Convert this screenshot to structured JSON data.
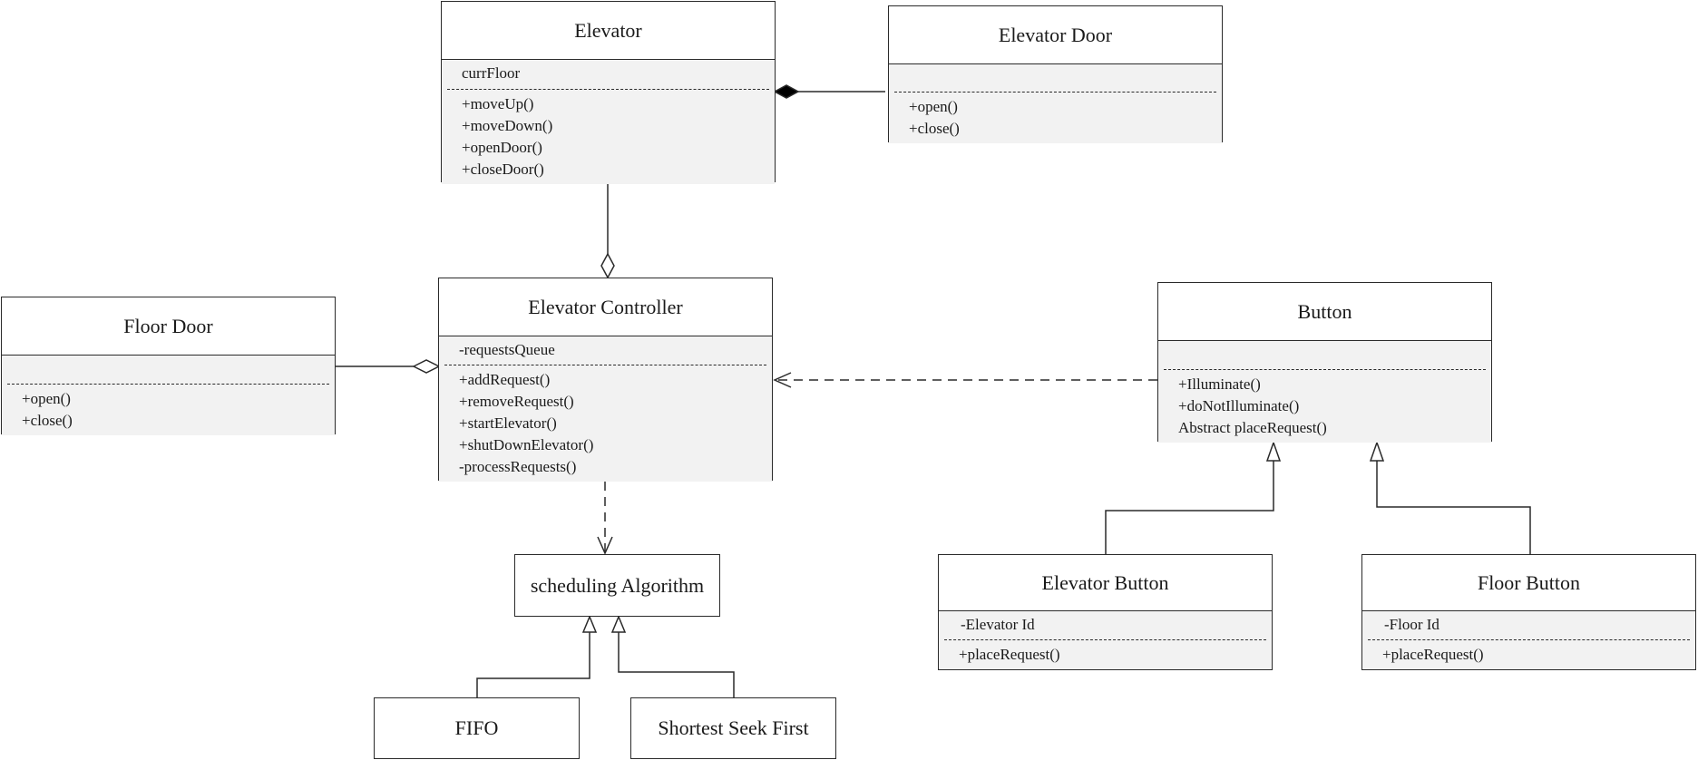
{
  "classes": {
    "elevator": {
      "title": "Elevator",
      "attrs": [
        "currFloor"
      ],
      "ops": [
        "+moveUp()",
        "+moveDown()",
        "+openDoor()",
        "+closeDoor()"
      ]
    },
    "elevator_door": {
      "title": "Elevator  Door",
      "attrs": [],
      "ops": [
        "+open()",
        "+close()"
      ]
    },
    "floor_door": {
      "title": "Floor Door",
      "attrs": [],
      "ops": [
        "+open()",
        "+close()"
      ]
    },
    "controller": {
      "title": "Elevator Controller",
      "attrs": [
        "-requestsQueue"
      ],
      "ops": [
        "+addRequest()",
        "+removeRequest()",
        "+startElevator()",
        "+shutDownElevator()",
        "-processRequests()"
      ]
    },
    "button": {
      "title": "Button",
      "attrs": [],
      "ops": [
        "+Illuminate()",
        "+doNotIlluminate()",
        "Abstract placeRequest()"
      ]
    },
    "elevator_button": {
      "title": "Elevator Button",
      "attrs": [
        "-Elevator Id"
      ],
      "ops": [
        "+placeRequest()"
      ]
    },
    "floor_button": {
      "title": "Floor Button",
      "attrs": [
        "-Floor Id"
      ],
      "ops": [
        "+placeRequest()"
      ]
    }
  },
  "simple": {
    "scheduling": "scheduling  Algorithm",
    "fifo": "FIFO",
    "ssf": "Shortest Seek First"
  }
}
